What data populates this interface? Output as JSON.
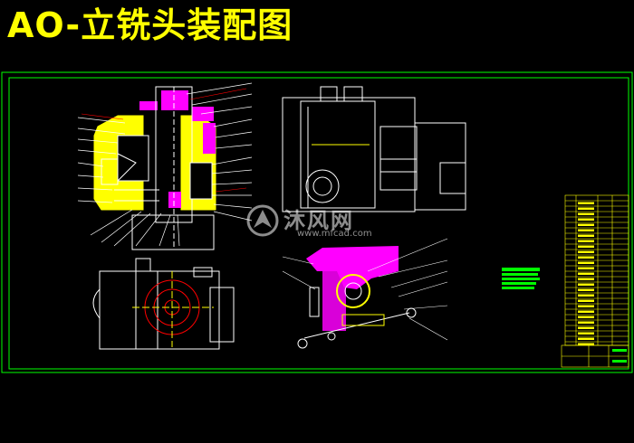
{
  "title": "AO-立铣头装配图",
  "watermark": {
    "name": "沐风网",
    "url": "www.mfcad.com"
  },
  "colors": {
    "background": "#000000",
    "title": "#ffff00",
    "frame": "#00ff00",
    "part_fill": "#ff00ff",
    "outline": "#ffffff",
    "leader": "#ff0000",
    "title_block": "#ffff00"
  }
}
